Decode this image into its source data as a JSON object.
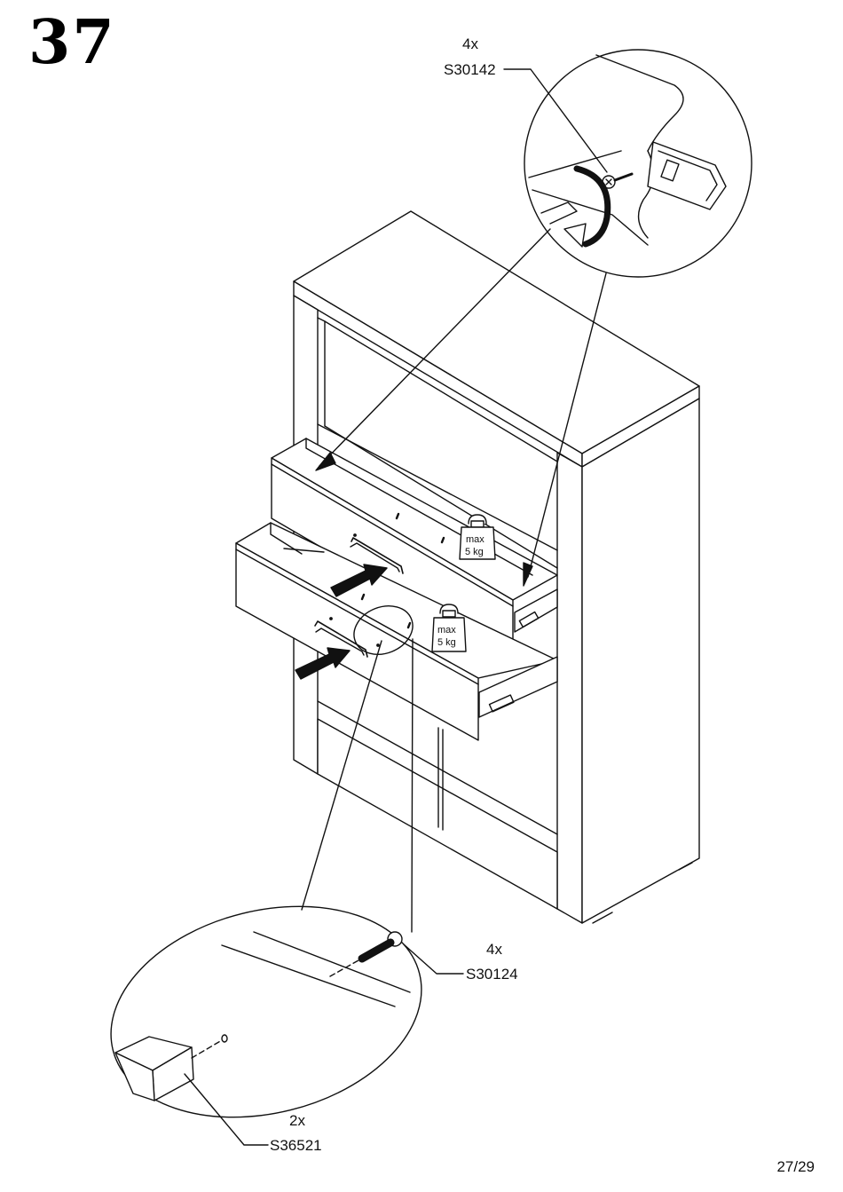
{
  "step": {
    "number": "37"
  },
  "parts": [
    {
      "id": "screw",
      "qty": "4x",
      "code": "S30142"
    },
    {
      "id": "bolt",
      "qty": "4x",
      "code": "S30124"
    },
    {
      "id": "handle",
      "qty": "2x",
      "code": "S36521"
    }
  ],
  "weight_limit": {
    "line1": "max",
    "line2": "5 kg"
  },
  "page": {
    "indicator": "27/29"
  }
}
